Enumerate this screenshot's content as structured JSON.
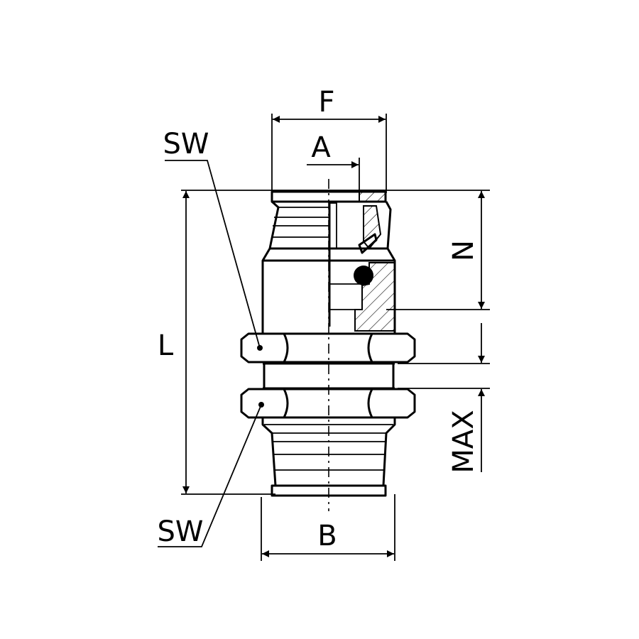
{
  "diagram": {
    "labels": {
      "F": "F",
      "A": "A",
      "N": "N",
      "L": "L",
      "B": "B",
      "MAX": "MAX",
      "SW_top": "SW",
      "SW_bottom": "SW"
    },
    "colors": {
      "ink": "#000000",
      "background": "#ffffff"
    }
  }
}
